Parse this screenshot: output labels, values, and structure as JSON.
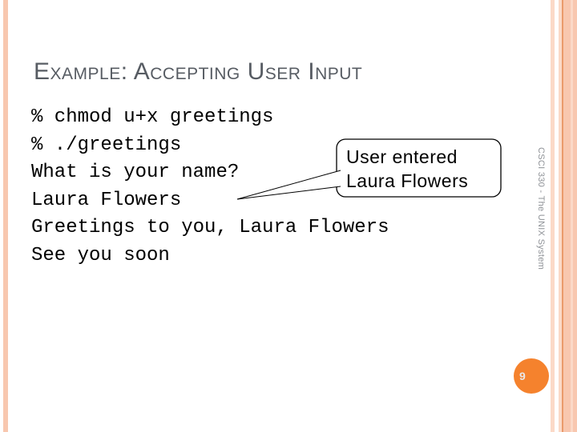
{
  "colors": {
    "accent_orange": "#f5822d",
    "stripe_light": "#fbd9c7",
    "stripe_medium": "#f8c7af",
    "stripe_line": "#ea9a6c",
    "title_gray": "#575c63",
    "sidebar_gray": "#8e9196",
    "page_number_text": "#e8e8e8"
  },
  "slide": {
    "title": "Example: Accepting User Input"
  },
  "terminal": {
    "lines": [
      "% chmod u+x greetings",
      "% ./greetings",
      "What is your name?",
      "Laura Flowers",
      "Greetings to you, Laura Flowers",
      "See you soon"
    ]
  },
  "callout": {
    "lines": [
      "User entered",
      "Laura Flowers"
    ]
  },
  "sidebar": {
    "course_label": "CSCI 330 - The UNIX System",
    "page_number": "9"
  }
}
